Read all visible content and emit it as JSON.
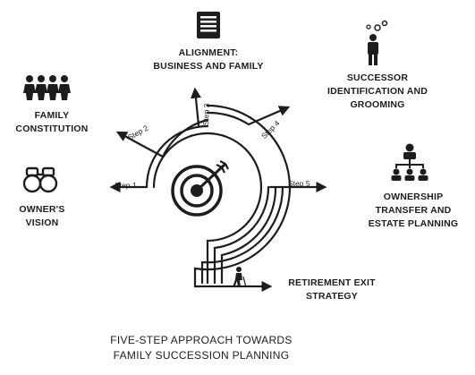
{
  "labels": {
    "alignment": [
      "ALIGNMENT:",
      "BUSINESS AND FAMILY"
    ],
    "successor": [
      "SUCCESSOR",
      "IDENTIFICATION AND",
      "GROOMING"
    ],
    "family_constitution": [
      "FAMILY",
      "CONSTITUTION"
    ],
    "owners_vision": [
      "OWNER'S",
      "VISION"
    ],
    "ownership_transfer": [
      "OWNERSHIP",
      "TRANSFER AND",
      "ESTATE PLANNING"
    ],
    "retirement_exit": [
      "RETIREMENT EXIT",
      "STRATEGY"
    ]
  },
  "steps": {
    "step1": "Step 1",
    "step2": "Step 2",
    "step3": "Step 3",
    "step4": "Step 4",
    "step5": "Step 5"
  },
  "title": [
    "FIVE-STEP APPROACH TOWARDS",
    "FAMILY SUCCESSION PLANNING"
  ],
  "icons": {
    "alignment": "document-lines-icon",
    "successor": "person-with-gears-icon",
    "family_constitution": "family-group-icon",
    "owners_vision": "binoculars-icon",
    "ownership_transfer": "org-chart-icon",
    "retirement_exit": "walking-elder-icon",
    "center": "target-with-arrow-icon"
  },
  "colors": {
    "ink": "#1d1d1d",
    "background": "#ffffff"
  }
}
